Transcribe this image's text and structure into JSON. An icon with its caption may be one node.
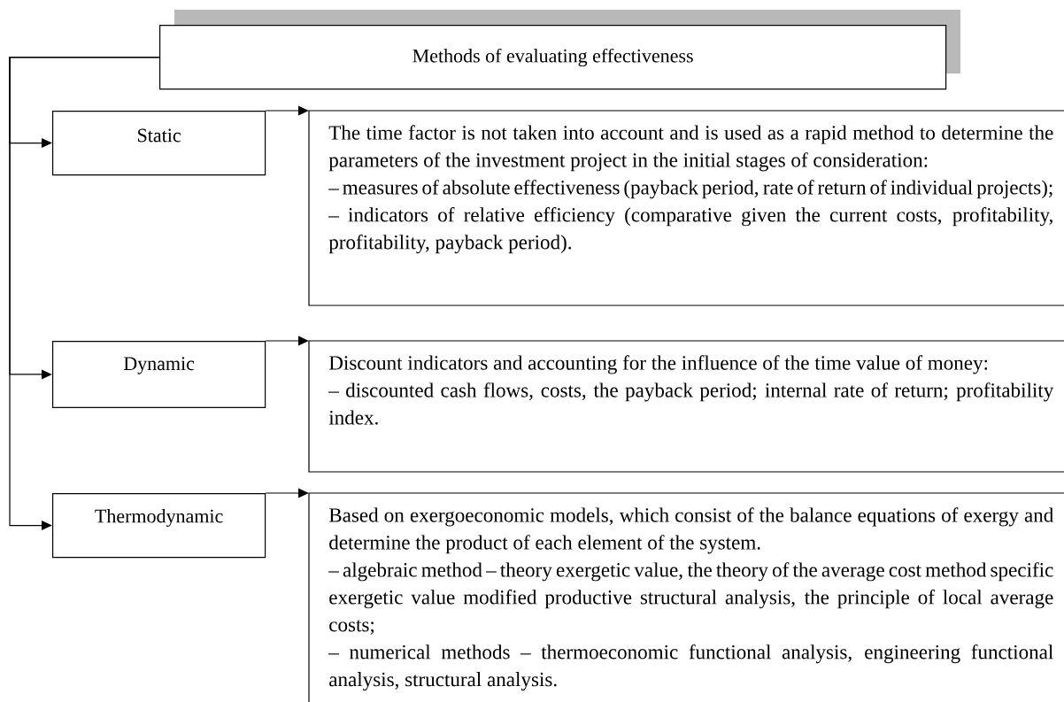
{
  "diagram": {
    "nodes": [
      {
        "text": [
          "Methods of evaluating effectiveness"
        ]
      },
      {
        "text": [
          "Static"
        ]
      },
      {
        "text": [
          "The time factor is not taken into account and is used as a rapid method to determine the parameters of the investment project in the initial stages of consideration:",
          "– measures of absolute effectiveness (payback period, rate of return of individual projects);",
          "– indicators of relative efficiency (comparative given the current costs, profitability, profitability, payback period)."
        ]
      },
      {
        "text": [
          "Dynamic"
        ]
      },
      {
        "text": [
          "Discount indicators and accounting for the influence of the time value of money:",
          "– discounted cash flows, costs, the payback period; internal rate of return; profitability index."
        ]
      },
      {
        "text": [
          "Thermodynamic"
        ]
      },
      {
        "text": [
          "Based on exergoeconomic models, which consist of the balance equations of exergy and determine the product of each element of the system.",
          "– algebraic method – theory exergetic value, the theory of the average cost method specific exergetic value modified productive structural analysis, the principle of local average costs;",
          "– numerical methods – thermoeconomic functional analysis, engineering functional analysis, structural analysis."
        ]
      }
    ],
    "edges": [
      {
        "from": 0,
        "to": 1,
        "arrow": "to"
      },
      {
        "from": 0,
        "to": 3,
        "arrow": "to"
      },
      {
        "from": 0,
        "to": 5,
        "arrow": "to"
      },
      {
        "from": 1,
        "to": 2,
        "arrow": "to"
      },
      {
        "from": 3,
        "to": 4,
        "arrow": "to"
      },
      {
        "from": 5,
        "to": 6,
        "arrow": "to"
      }
    ]
  }
}
